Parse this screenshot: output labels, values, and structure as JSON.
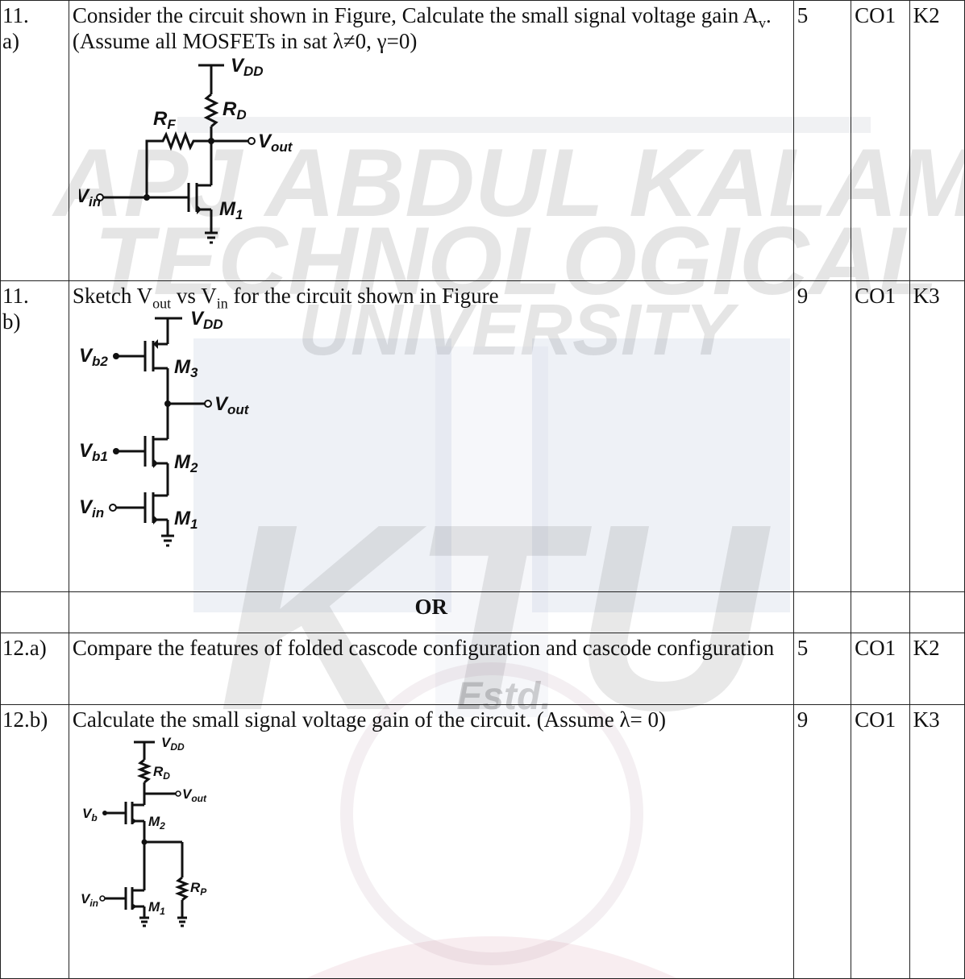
{
  "watermark": {
    "lines": [
      "APJ ABDUL KALAM",
      "TECHNOLOGICAL",
      "UNIVERSITY"
    ],
    "logo_letters": "KTU",
    "estd": "Estd."
  },
  "rows": [
    {
      "qno": "11.\na)",
      "text_parts": [
        "Consider the circuit shown in Figure, Calculate the small signal voltage gain A",
        "v",
        ". (Assume all MOSFETs  in sat λ≠0, γ=0)"
      ],
      "marks": "5",
      "co": "CO1",
      "kl": "K2",
      "fig": {
        "vdd": "V",
        "vdd_sub": "DD",
        "rd": "R",
        "rd_sub": "D",
        "rf": "R",
        "rf_sub": "F",
        "vout": "V",
        "vout_sub": "out",
        "vin": "V",
        "vin_sub": "in",
        "m1": "M",
        "m1_sub": "1"
      }
    },
    {
      "qno": "11.\nb)",
      "text_parts": [
        "Sketch V",
        "out",
        " vs V",
        "in",
        " for the circuit shown in Figure"
      ],
      "marks": "9",
      "co": "CO1",
      "kl": "K3",
      "fig": {
        "vdd": "V",
        "vdd_sub": "DD",
        "vb2": "V",
        "vb2_sub": "b2",
        "m3": "M",
        "m3_sub": "3",
        "vout": "V",
        "vout_sub": "out",
        "vb1": "V",
        "vb1_sub": "b1",
        "m2": "M",
        "m2_sub": "2",
        "vin": "V",
        "vin_sub": "in",
        "m1": "M",
        "m1_sub": "1"
      }
    },
    {
      "or": "OR"
    },
    {
      "qno": "12.a)",
      "text": "Compare the features of folded cascode configuration and cascode configuration",
      "marks": "5",
      "co": "CO1",
      "kl": "K2"
    },
    {
      "qno": "12.b)",
      "text": "Calculate the small signal voltage gain of the circuit. (Assume  λ= 0)",
      "marks": "9",
      "co": "CO1",
      "kl": "K3",
      "fig": {
        "vdd": "V",
        "vdd_sub": "DD",
        "rd": "R",
        "rd_sub": "D",
        "vout": "V",
        "vout_sub": "out",
        "vb": "V",
        "vb_sub": "b",
        "m2": "M",
        "m2_sub": "2",
        "vin": "V",
        "vin_sub": "in",
        "m1": "M",
        "m1_sub": "1",
        "rp": "R",
        "rp_sub": "P"
      }
    }
  ]
}
